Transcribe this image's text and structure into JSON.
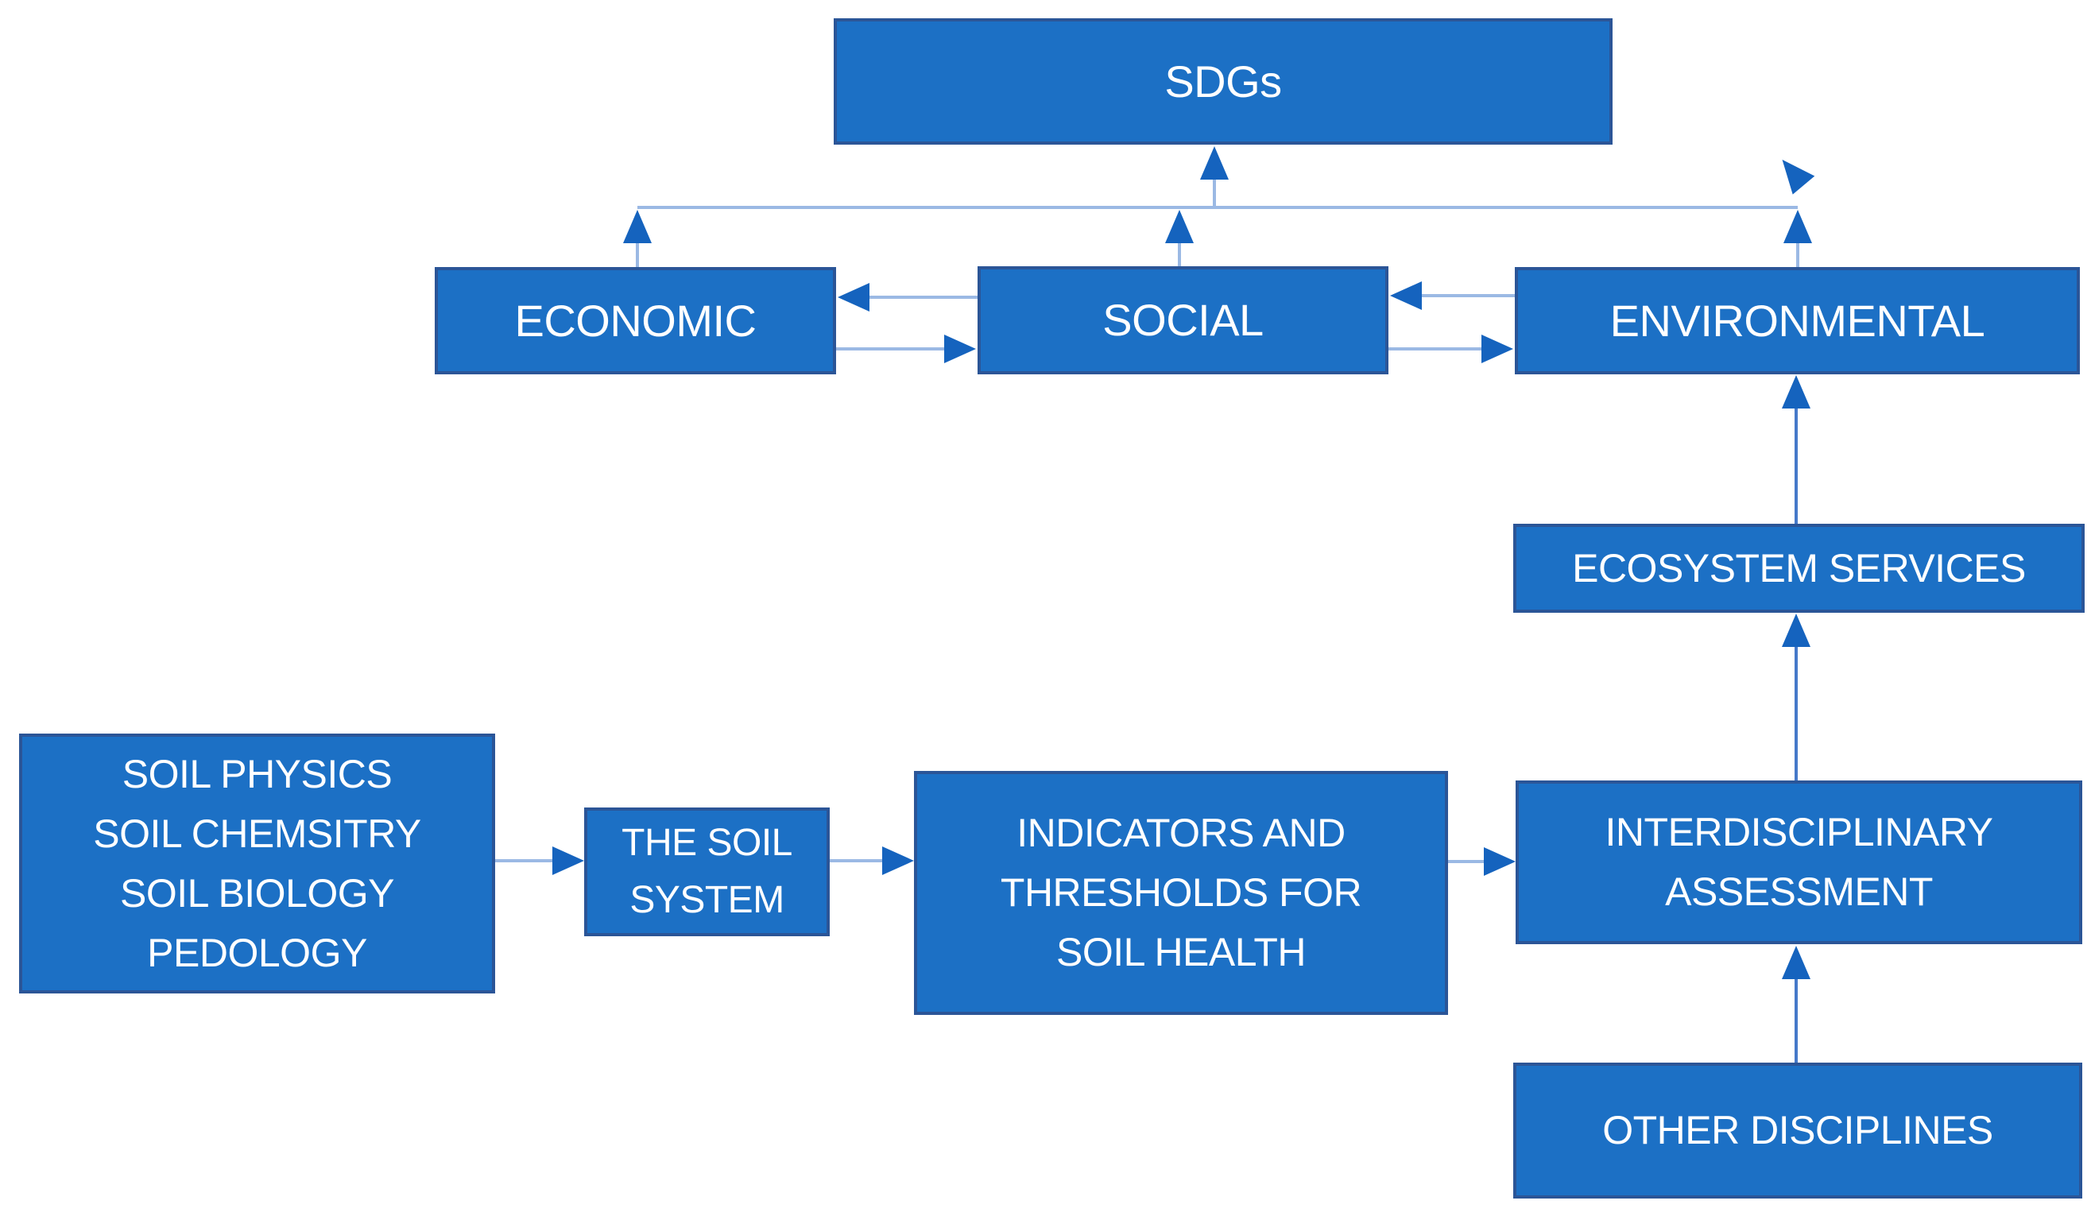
{
  "palette": {
    "box_fill": "#1C70C5",
    "box_border": "#2B5597",
    "line_light": "#9BB9E4",
    "line_medium": "#4579C9",
    "arrowhead": "#1563BE",
    "text": "#FFFFFF",
    "background": "#FFFFFF"
  },
  "nodes": {
    "sdgs": {
      "label": "SDGs"
    },
    "economic": {
      "label": "ECONOMIC"
    },
    "social": {
      "label": "SOCIAL"
    },
    "environmental": {
      "label": "ENVIRONMENTAL"
    },
    "ecosystem_services": {
      "label": "ECOSYSTEM SERVICES"
    },
    "soil_disciplines": {
      "label": "SOIL PHYSICS\nSOIL CHEMSITRY\nSOIL BIOLOGY\nPEDOLOGY"
    },
    "soil_system": {
      "label": "THE SOIL\nSYSTEM"
    },
    "indicators": {
      "label": "INDICATORS AND\nTHRESHOLDS FOR\nSOIL HEALTH"
    },
    "interdisciplinary": {
      "label": "INTERDISCIPLINARY\nASSESSMENT"
    },
    "other_disciplines": {
      "label": "OTHER DISCIPLINES"
    }
  },
  "edges": [
    {
      "from": "economic",
      "to": "sdgs",
      "via": "top-bus",
      "arrow": "up"
    },
    {
      "from": "social",
      "to": "sdgs",
      "via": "top-bus",
      "arrow": "up"
    },
    {
      "from": "environmental",
      "to": "sdgs",
      "via": "top-bus",
      "arrow": "up"
    },
    {
      "from": "social",
      "to": "economic",
      "arrow": "left"
    },
    {
      "from": "economic",
      "to": "social",
      "arrow": "right"
    },
    {
      "from": "environmental",
      "to": "social",
      "arrow": "left"
    },
    {
      "from": "social",
      "to": "environmental",
      "arrow": "right"
    },
    {
      "from": "ecosystem_services",
      "to": "environmental",
      "arrow": "up"
    },
    {
      "from": "interdisciplinary",
      "to": "ecosystem_services",
      "arrow": "up"
    },
    {
      "from": "other_disciplines",
      "to": "interdisciplinary",
      "arrow": "up"
    },
    {
      "from": "soil_disciplines",
      "to": "soil_system",
      "arrow": "right"
    },
    {
      "from": "soil_system",
      "to": "indicators",
      "arrow": "right"
    },
    {
      "from": "indicators",
      "to": "interdisciplinary",
      "arrow": "right"
    }
  ]
}
